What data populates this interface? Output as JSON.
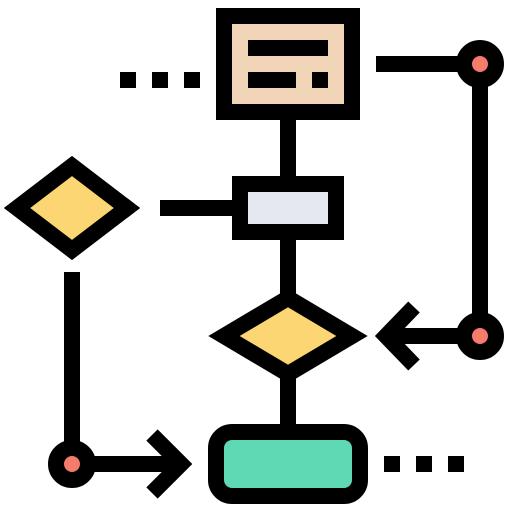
{
  "diagram": {
    "name": "flowchart-icon",
    "colors": {
      "outline": "#000000",
      "doc_fill": "#f2d5b9",
      "process_fill": "#e5e8ee",
      "decision_fill": "#fcd672",
      "terminal_fill": "#5fd8b4",
      "node_fill": "#f47c6a"
    },
    "shapes": [
      {
        "id": "document-box",
        "kind": "document",
        "icon": "document-icon"
      },
      {
        "id": "process-box",
        "kind": "process"
      },
      {
        "id": "decision-diamond-center",
        "kind": "decision"
      },
      {
        "id": "decision-diamond-left",
        "kind": "decision"
      },
      {
        "id": "terminal-box",
        "kind": "terminal"
      }
    ],
    "connectors": [
      {
        "id": "top-right-node",
        "kind": "node"
      },
      {
        "id": "middle-right-node",
        "kind": "node"
      },
      {
        "id": "bottom-left-node",
        "kind": "node"
      }
    ],
    "arrows": [
      {
        "id": "arrow-into-decision",
        "direction": "left"
      },
      {
        "id": "arrow-into-terminal",
        "direction": "right"
      }
    ],
    "ellipses": [
      {
        "id": "ellipsis-left-of-document",
        "dots": 3
      },
      {
        "id": "ellipsis-right-of-terminal",
        "dots": 3
      }
    ]
  }
}
